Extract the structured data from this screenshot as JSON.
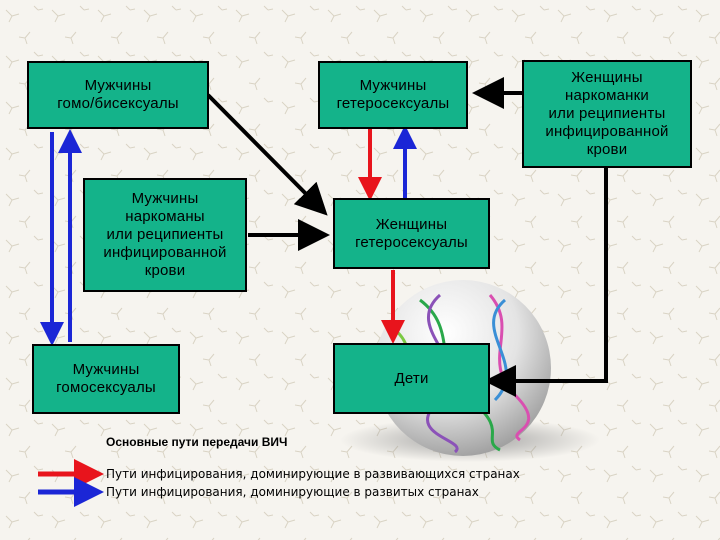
{
  "boxes": {
    "gay_bi_men": "Мужчины\nгомо/бисексуалы",
    "hetero_men": "Мужчины\nгетеросексуалы",
    "drug_women": "Женщины\nнаркоманки\nили реципиенты\nинфицированной\nкрови",
    "drug_men": "Мужчины\nнаркоманы\nили реципиенты\nинфицированной\nкрови",
    "hetero_women": "Женщины\nгетеросексуалы",
    "gay_men": "Мужчины\nгомосексуалы",
    "children": "Дети"
  },
  "legend": {
    "title": "Основные пути передачи ВИЧ",
    "red_label": "Пути инфицирования, доминирующие в развивающихся странах",
    "blue_label": "Пути инфицирования, доминирующие в развитых странах"
  },
  "colors": {
    "box_fill": "#14b38a",
    "red_path": "#e8141c",
    "blue_path": "#1b26d6",
    "black_path": "#000000"
  }
}
